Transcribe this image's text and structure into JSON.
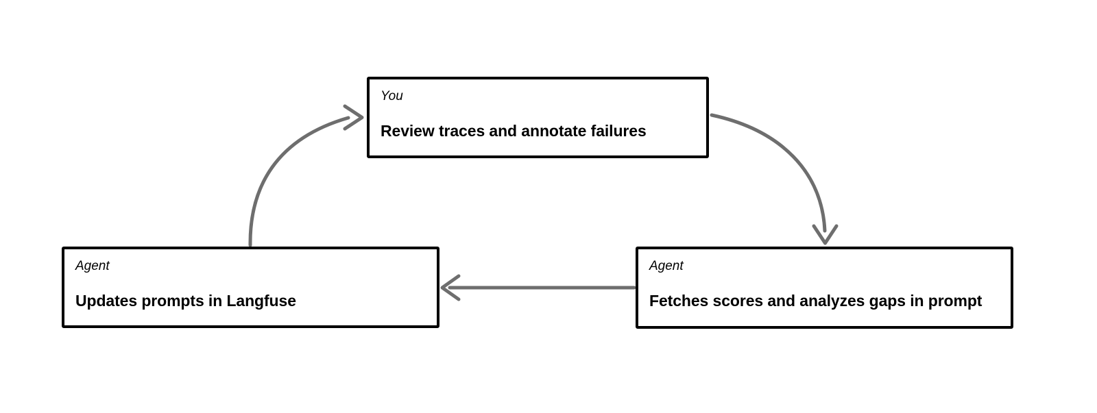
{
  "diagram": {
    "type": "cycle-flow",
    "background_color": "#ffffff",
    "node_border_color": "#000000",
    "node_fill_color": "#ffffff",
    "arrow_color": "#6e6e6e",
    "nodes": [
      {
        "id": "you-review",
        "role": "You",
        "title": "Review traces and annotate failures",
        "position": "top-center"
      },
      {
        "id": "agent-update",
        "role": "Agent",
        "title": "Updates prompts in Langfuse",
        "position": "bottom-left"
      },
      {
        "id": "agent-fetch",
        "role": "Agent",
        "title": "Fetches scores and analyzes gaps in prompt",
        "position": "bottom-right"
      }
    ],
    "edges": [
      {
        "id": "edge-update-to-you",
        "from": "agent-update",
        "to": "you-review",
        "shape": "curved",
        "direction": "up-right"
      },
      {
        "id": "edge-you-to-fetch",
        "from": "you-review",
        "to": "agent-fetch",
        "shape": "curved",
        "direction": "down-right"
      },
      {
        "id": "edge-fetch-to-update",
        "from": "agent-fetch",
        "to": "agent-update",
        "shape": "straight",
        "direction": "left"
      }
    ]
  }
}
